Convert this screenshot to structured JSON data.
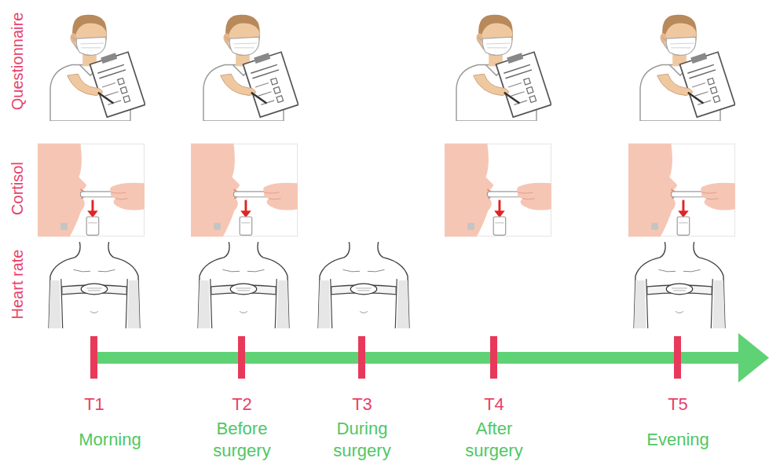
{
  "diagram": {
    "labels": [
      "Questionnaire",
      "Cortisol",
      "Heart rate",
      "T1",
      "T2",
      "T3",
      "T4",
      "T5",
      "Morning",
      "Before surgery",
      "During surgery",
      "After surgery",
      "Evening"
    ]
  }
}
